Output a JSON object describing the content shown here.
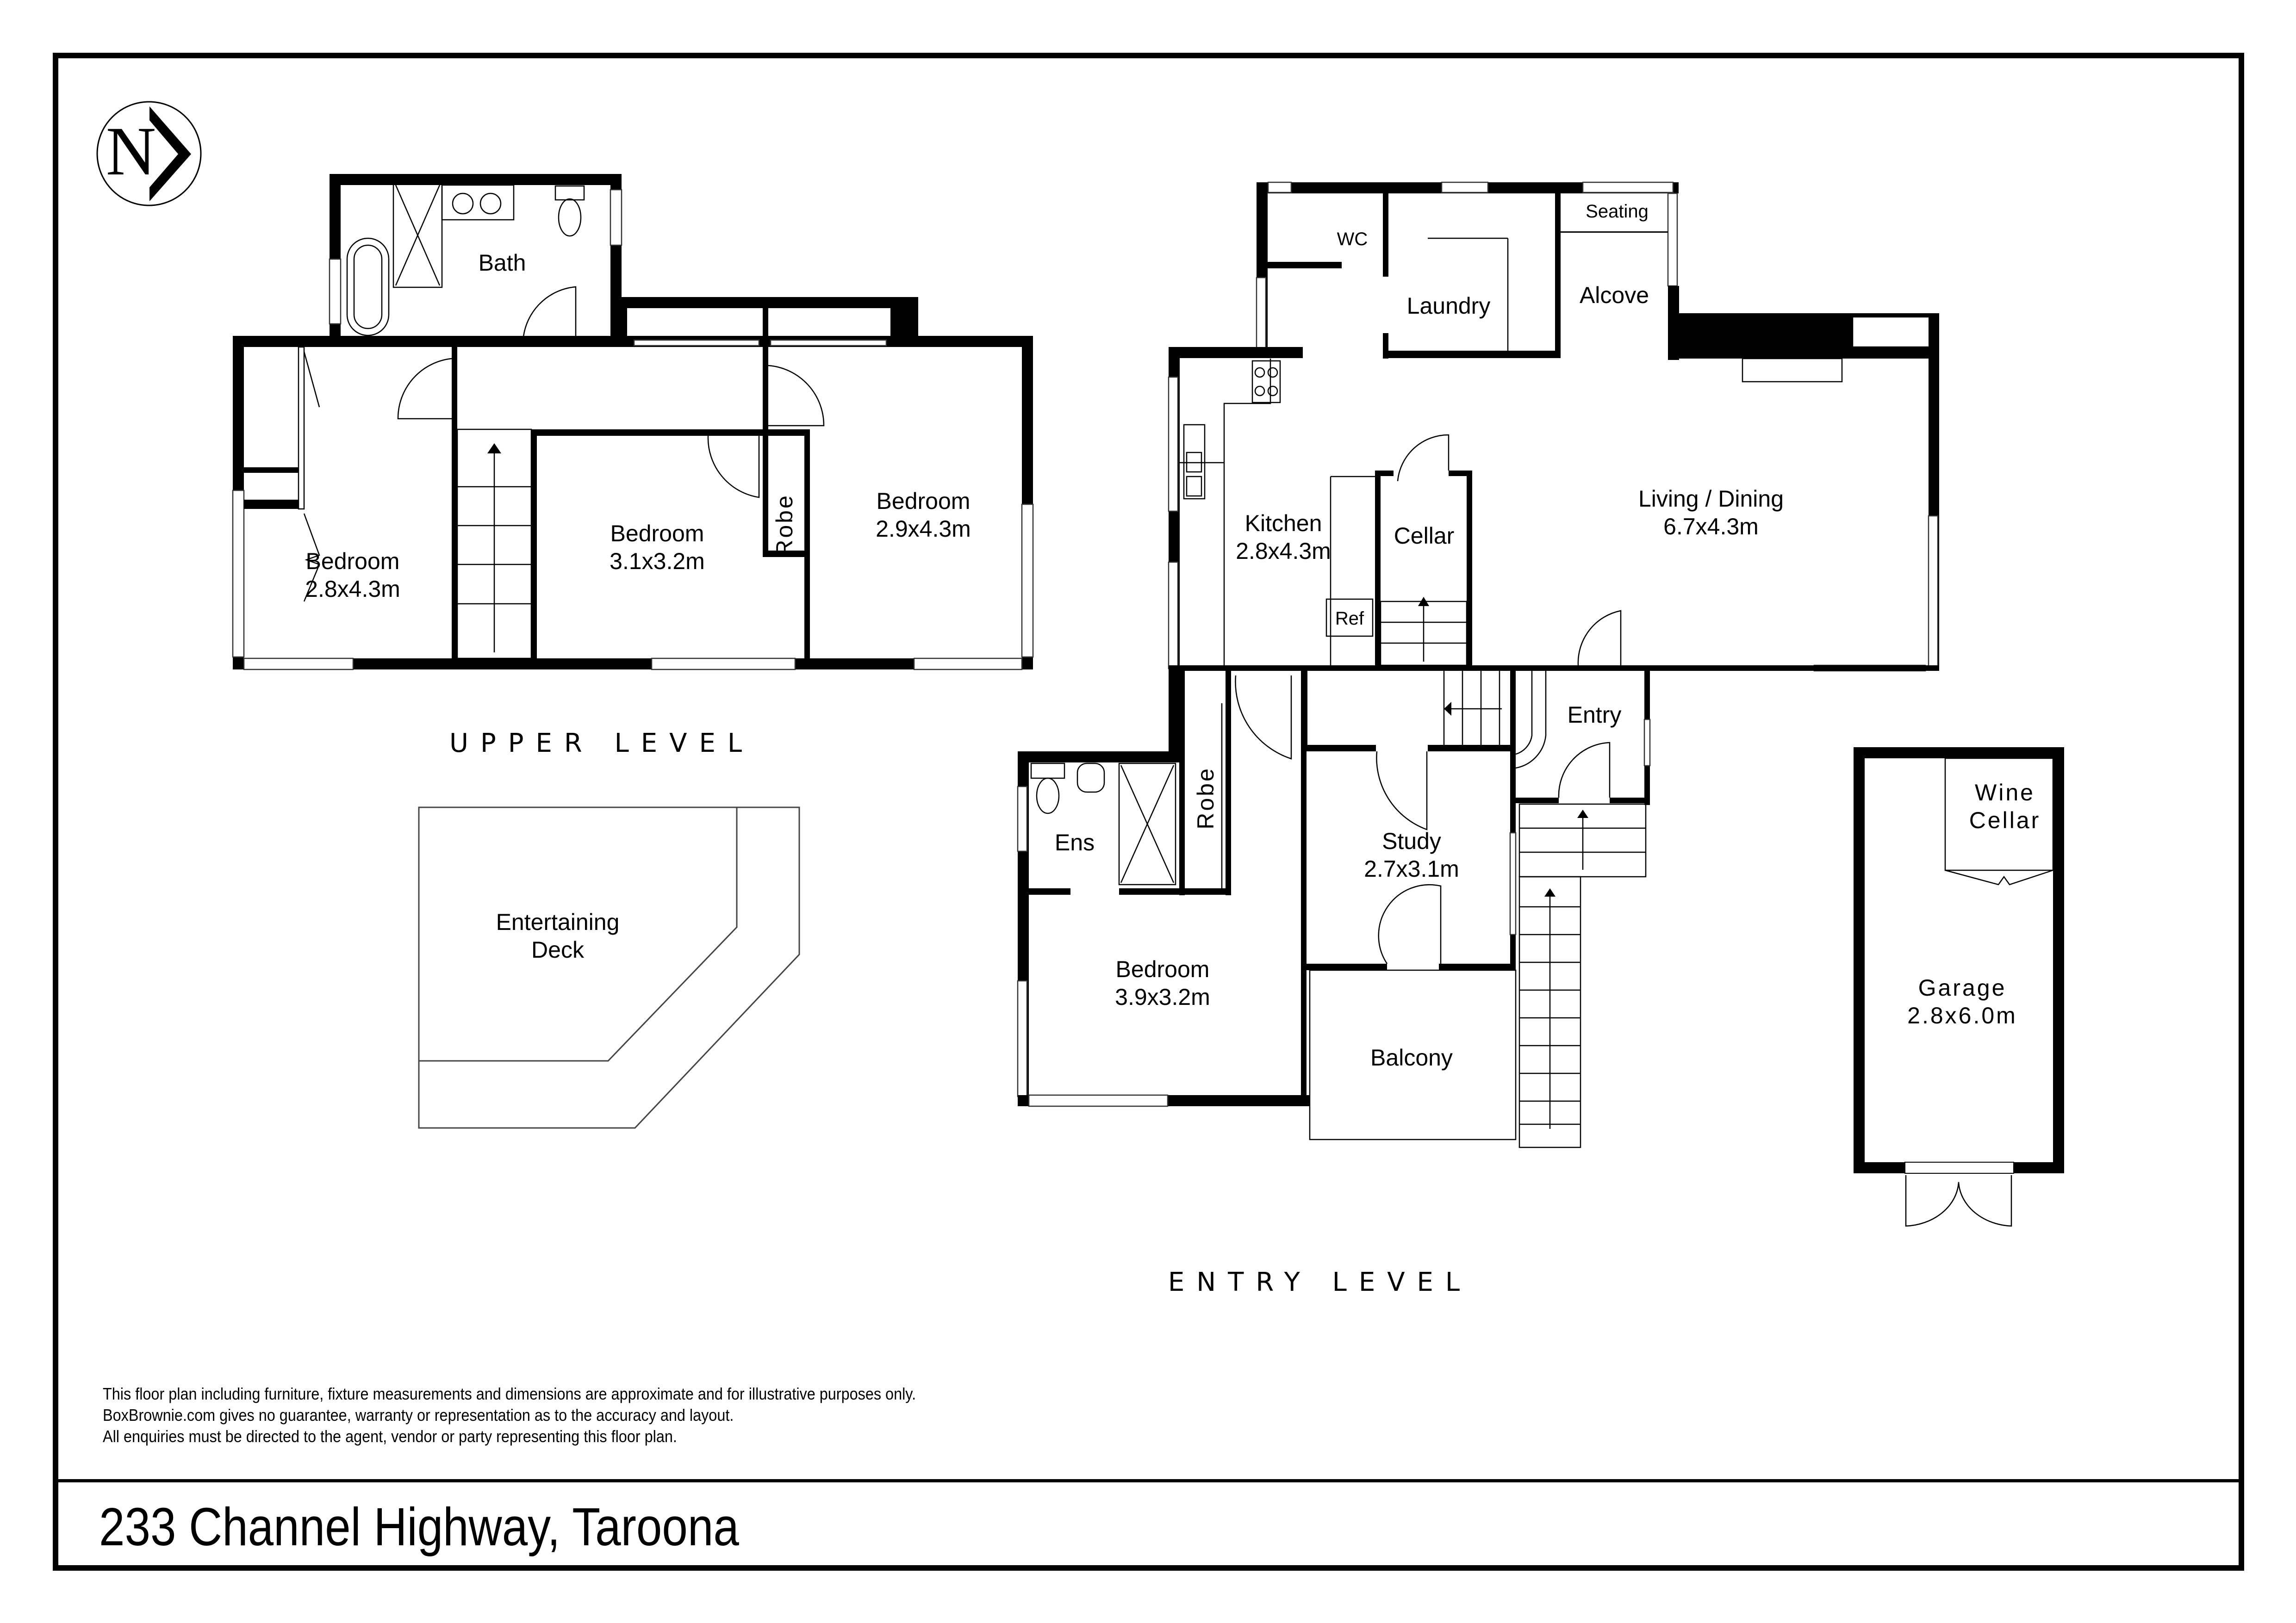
{
  "compass": {
    "letter": "N",
    "icon": "north-arrow-icon"
  },
  "levels": {
    "upper": "UPPER LEVEL",
    "entry": "ENTRY LEVEL"
  },
  "upper_rooms": {
    "bath": {
      "name": "Bath"
    },
    "bedroom1": {
      "name": "Bedroom",
      "size": "2.8x4.3m"
    },
    "bedroom2": {
      "name": "Bedroom",
      "size": "3.1x3.2m"
    },
    "robe": {
      "name": "Robe"
    },
    "bedroom3": {
      "name": "Bedroom",
      "size": "2.9x4.3m"
    },
    "deck": {
      "name_line1": "Entertaining",
      "name_line2": "Deck"
    }
  },
  "entry_rooms": {
    "wc": {
      "name": "WC"
    },
    "laundry": {
      "name": "Laundry"
    },
    "seating": {
      "name": "Seating"
    },
    "alcove": {
      "name": "Alcove"
    },
    "kitchen": {
      "name": "Kitchen",
      "size": "2.8x4.3m"
    },
    "ref": {
      "name": "Ref"
    },
    "cellar": {
      "name": "Cellar"
    },
    "living": {
      "name": "Living / Dining",
      "size": "6.7x4.3m"
    },
    "entry": {
      "name": "Entry"
    },
    "robe": {
      "name": "Robe"
    },
    "ens": {
      "name": "Ens"
    },
    "study": {
      "name": "Study",
      "size": "2.7x3.1m"
    },
    "bedroom": {
      "name": "Bedroom",
      "size": "3.9x3.2m"
    },
    "balcony": {
      "name": "Balcony"
    }
  },
  "garage": {
    "wine_line1": "Wine",
    "wine_line2": "Cellar",
    "name": "Garage",
    "size": "2.8x6.0m"
  },
  "disclaimer": {
    "line1": "This floor plan including furniture, fixture measurements and dimensions are approximate and for illustrative purposes only.",
    "line2": "BoxBrownie.com gives no guarantee, warranty or representation as to the accuracy and layout.",
    "line3": "All enquiries must be directed to the agent, vendor or party representing this floor plan."
  },
  "address": "233 Channel Highway, Taroona",
  "colors": {
    "ink": "#000000",
    "paper": "#ffffff"
  }
}
